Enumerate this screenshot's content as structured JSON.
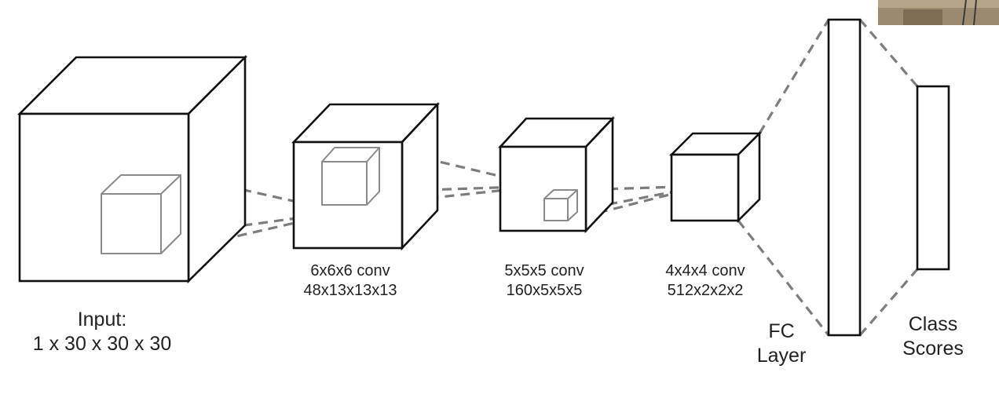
{
  "layers": [
    {
      "id": "input",
      "lines": [
        "Input:",
        "1 x 30 x 30 x 30"
      ]
    },
    {
      "id": "conv1",
      "lines": [
        "6x6x6 conv",
        "48x13x13x13"
      ]
    },
    {
      "id": "conv2",
      "lines": [
        "5x5x5 conv",
        "160x5x5x5"
      ]
    },
    {
      "id": "conv3",
      "lines": [
        "4x4x4 conv",
        "512x2x2x2"
      ]
    },
    {
      "id": "fc",
      "lines": [
        "FC",
        "Layer"
      ]
    },
    {
      "id": "scores",
      "lines": [
        "Class",
        "Scores"
      ]
    }
  ],
  "colors": {
    "stroke": "#111111",
    "kernel": "#8a8a8a",
    "dashed": "#7d7d7d",
    "text": "#222222"
  }
}
